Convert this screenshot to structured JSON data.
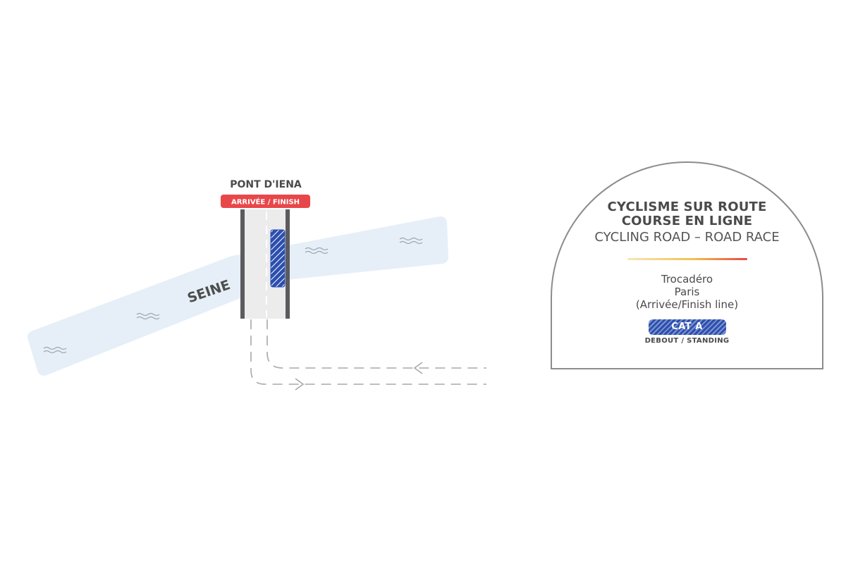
{
  "map": {
    "river_label": "SEINE",
    "bridge_label": "PONT D'IENA",
    "finish_badge": "ARRIVÉE / FINISH",
    "icons": [
      "wave-icon",
      "left-arrow-icon",
      "right-arrow-icon"
    ]
  },
  "card": {
    "title_line1": "CYCLISME SUR ROUTE",
    "title_line2": "COURSE EN LIGNE",
    "subtitle": "CYCLING ROAD – ROAD RACE",
    "venue_line1": "Trocadéro",
    "venue_line2": "Paris",
    "venue_line3": "(Arrivée/Finish line)",
    "category": "CAT A",
    "standing": "DEBOUT / STANDING"
  },
  "colors": {
    "river": "#e6eff8",
    "road": "#ececec",
    "road_edge": "#5b5b5f",
    "finish_red": "#e8474a",
    "category_blue": "#2c4fae",
    "card_border": "#8c8c8c",
    "rule_gradient": [
      "#f5e6b8",
      "#f2c14e",
      "#e8474a"
    ]
  }
}
